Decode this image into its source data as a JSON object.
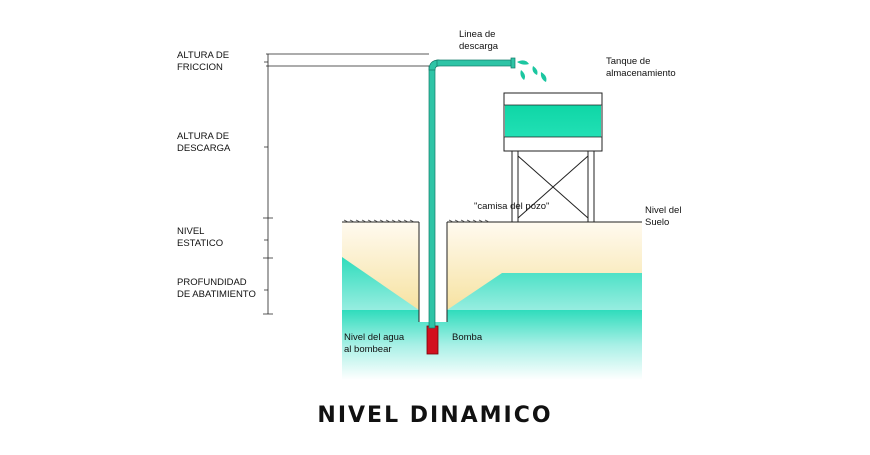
{
  "left_labels": {
    "friccion": [
      "ALTURA DE",
      "FRICCION"
    ],
    "descarga": [
      "ALTURA DE",
      "DESCARGA"
    ],
    "estatico": [
      "NIVEL",
      "ESTATICO"
    ],
    "abatimiento": [
      "PROFUNDIDAD",
      "DE ABATIMIENTO"
    ]
  },
  "labels": {
    "linea_descarga": [
      "Linea de",
      "descarga"
    ],
    "tanque": [
      "Tanque de",
      "almacenamiento"
    ],
    "camisa": "\"camisa del pozo\"",
    "nivel_suelo": [
      "Nivel del",
      "Suelo"
    ],
    "nivel_agua": [
      "Nivel del agua",
      "al bombear"
    ],
    "bomba": "Bomba"
  },
  "title": "NIVEL DINAMICO",
  "colors": {
    "water": "#1fd9b0",
    "pipe": "#2ec4a6",
    "soil": "#f5d98a",
    "pump": "#d2101e",
    "line": "#222222"
  }
}
